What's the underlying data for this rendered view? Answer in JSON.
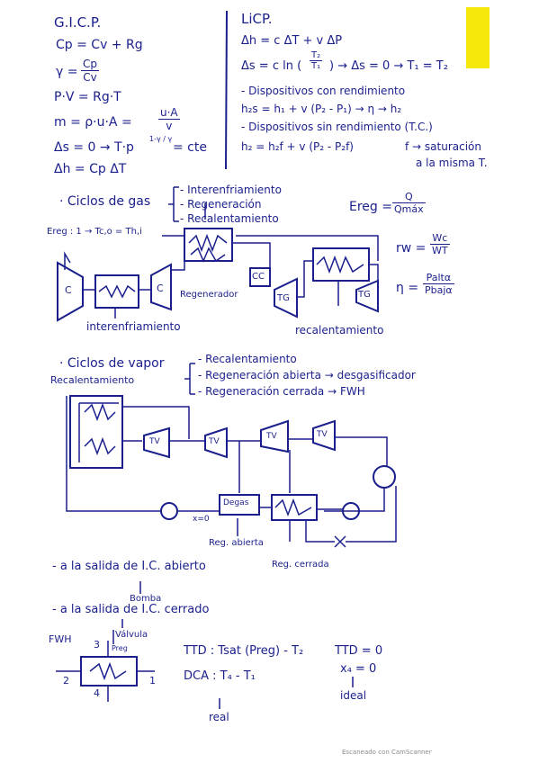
{
  "gicp": {
    "title": "G.I.C.P.",
    "eq1": "Cp = Cv + Rg",
    "eq2_lhs": "γ =",
    "eq2_num": "Cp",
    "eq2_den": "Cv",
    "eq3": "P·V = Rg·T",
    "eq4_lhs": "m = ρ·u·A =",
    "eq4_num": "u·A",
    "eq4_den": "v",
    "eq5_lhs": "Δs = 0 → T·p",
    "eq5_exp": "1-γ / γ",
    "eq5_rhs": "= cte",
    "eq6": "Δh = Cp ΔT"
  },
  "licp": {
    "title": "LiCP.",
    "eq1": "Δh = c ΔT + v ΔP",
    "eq2_lhs": "Δs = c ln (",
    "eq2_num": "T₂",
    "eq2_den": "T₁",
    "eq2_rhs": ") → Δs = 0 → T₁ = T₂",
    "eq3": "- Dispositivos con rendimiento",
    "eq4": "h₂s = h₁ + v (P₂ - P₁) → η → h₂",
    "eq5": "- Dispositivos sin rendimiento (T.C.)",
    "eq6": "h₂ = h₂f + v (P₂ - P₂f)",
    "eq6_note1": "f → saturación",
    "eq6_note2": "a la misma T."
  },
  "gas": {
    "heading": "· Ciclos de gas",
    "items": [
      "- Interenfriamiento",
      "- Regeneración",
      "- Recalentamiento"
    ],
    "ereg_lhs": "Ereg =",
    "ereg_num": "Q",
    "ereg_den": "Qmáx",
    "ereg_note": "Ereg : 1 → Tc,o = Th,i",
    "rw_lhs": "rw =",
    "rw_num": "Wc",
    "rw_den": "WT",
    "eta_lhs": "η =",
    "eta_num": "Paltα",
    "eta_den": "Pbajα",
    "compressor_1": "C",
    "compressor_2": "C",
    "cc": "CC",
    "tg1": "TG",
    "tg2": "TG",
    "label_regenerador": "Regenerador",
    "label_interenfriamiento": "interenfriamiento",
    "label_recalentamiento": "recalentamiento"
  },
  "vapor": {
    "heading": "· Ciclos de vapor",
    "items": [
      "- Recalentamiento",
      "- Regeneración abierta → desgasificador",
      "- Regeneración cerrada → FWH"
    ],
    "label_recalentamiento": "Recalentamiento",
    "tv1": "TV",
    "tv2": "TV",
    "tv3": "TV",
    "tv4": "TV",
    "degas": "Degas",
    "x0": "x=0",
    "reg_abierta": "Reg. abierta",
    "reg_cerrada": "Reg. cerrada"
  },
  "notes": {
    "line1": "- a la salida de I.C. abierto",
    "line1_sub": "Bomba",
    "line2": "- a la salida de I.C. cerrado",
    "line2_sub": "Válvula"
  },
  "fwh": {
    "label": "FWH",
    "n1": "1",
    "n2": "2",
    "n3": "3",
    "n4": "4",
    "preg": "Preg",
    "ttd": "TTD : Tsat (Preg) - T₂",
    "dca": "DCA : T₄ - T₁",
    "real": "real",
    "ttd0": "TTD = 0",
    "x4": "x₄ = 0",
    "ideal": "ideal"
  },
  "footer": "Escaneado con CamScanner"
}
